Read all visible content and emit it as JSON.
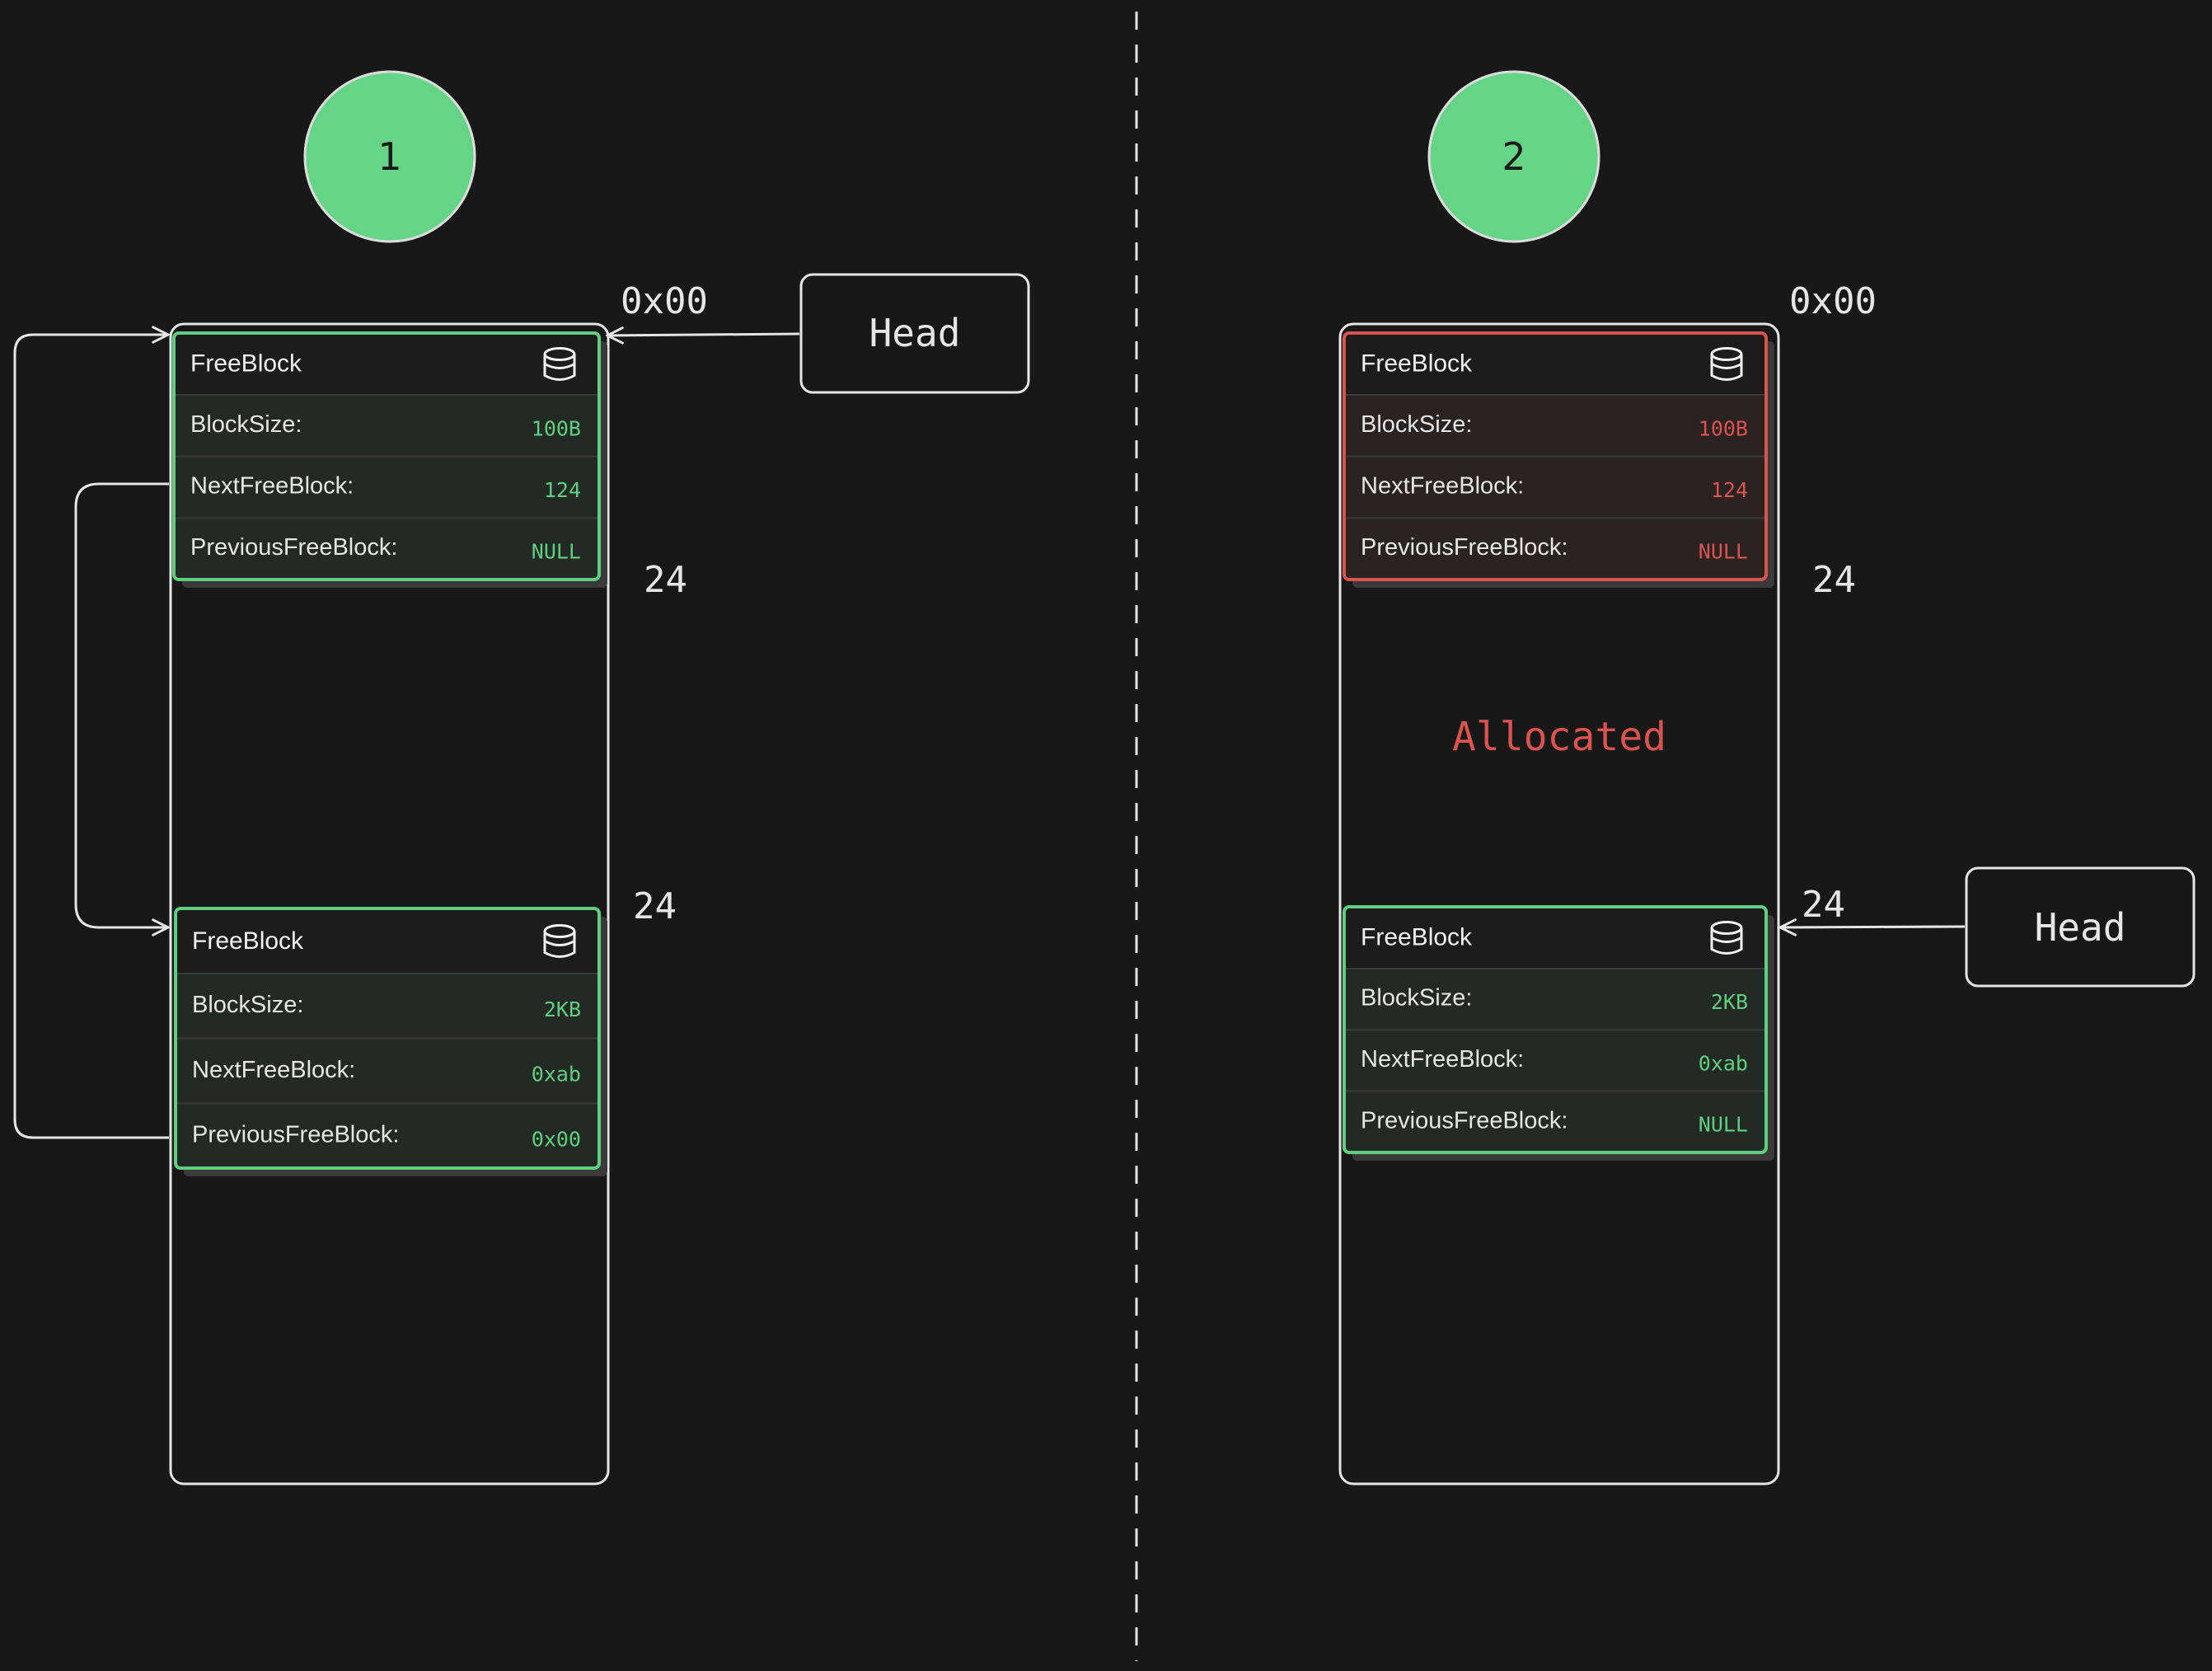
{
  "panels": [
    {
      "step_label": "1",
      "top_address": "0x00",
      "offset_top": "24",
      "offset_bottom": "24",
      "head_label": "Head",
      "allocated_label": "",
      "blocks": [
        {
          "title": "FreeBlock",
          "state": "free",
          "rows": [
            {
              "key": "BlockSize:",
              "value": "100B"
            },
            {
              "key": "NextFreeBlock:",
              "value": "124"
            },
            {
              "key": "PreviousFreeBlock:",
              "value": "NULL"
            }
          ]
        },
        {
          "title": "FreeBlock",
          "state": "free",
          "rows": [
            {
              "key": "BlockSize:",
              "value": "2KB"
            },
            {
              "key": "NextFreeBlock:",
              "value": "0xab"
            },
            {
              "key": "PreviousFreeBlock:",
              "value": "0x00"
            }
          ]
        }
      ]
    },
    {
      "step_label": "2",
      "top_address": "0x00",
      "offset_top": "24",
      "offset_bottom": "24",
      "head_label": "Head",
      "allocated_label": "Allocated",
      "blocks": [
        {
          "title": "FreeBlock",
          "state": "allocated",
          "rows": [
            {
              "key": "BlockSize:",
              "value": "100B"
            },
            {
              "key": "NextFreeBlock:",
              "value": "124"
            },
            {
              "key": "PreviousFreeBlock:",
              "value": "NULL"
            }
          ]
        },
        {
          "title": "FreeBlock",
          "state": "free",
          "rows": [
            {
              "key": "BlockSize:",
              "value": "2KB"
            },
            {
              "key": "NextFreeBlock:",
              "value": "0xab"
            },
            {
              "key": "PreviousFreeBlock:",
              "value": "NULL"
            }
          ]
        }
      ]
    }
  ],
  "icons": {
    "block_icon": "database-icon"
  },
  "colors": {
    "background": "#181818",
    "circle_fill": "#66d487",
    "free_border": "#5fcf7f",
    "free_fill": "#232a25",
    "free_value": "#5fcf7f",
    "allocated_border": "#d9534f",
    "allocated_fill": "#2b2222",
    "allocated_value": "#d9534f",
    "line": "#e6e6e6"
  }
}
